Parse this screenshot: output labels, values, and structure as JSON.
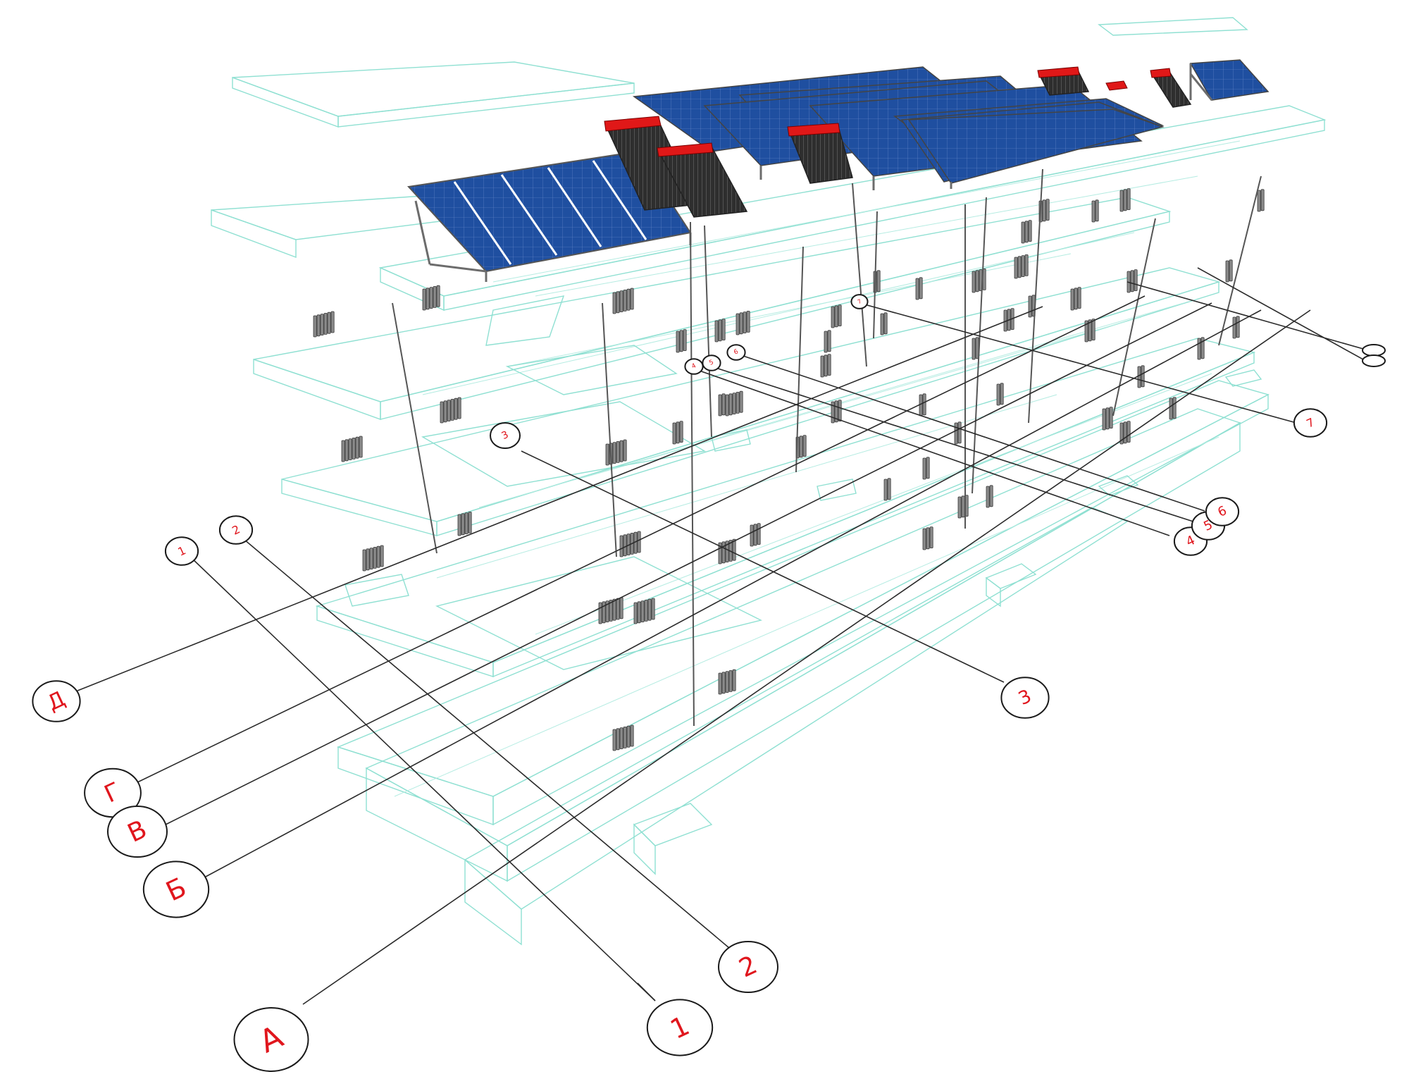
{
  "colors": {
    "wireframe": "#8fe0d2",
    "axis_line": "#2b2b2b",
    "bubble_text": "#e0161d",
    "solar_panel": "#1f4fa0",
    "collector_body": "#2e2e2e",
    "collector_cap": "#e01818",
    "radiator": "#8a8a8a"
  },
  "axes": {
    "letters": [
      "Д",
      "Г",
      "В",
      "Б",
      "А"
    ],
    "numbers_front": [
      "1",
      "2",
      "3"
    ],
    "numbers_right": [
      "4",
      "5",
      "6",
      "7"
    ]
  }
}
